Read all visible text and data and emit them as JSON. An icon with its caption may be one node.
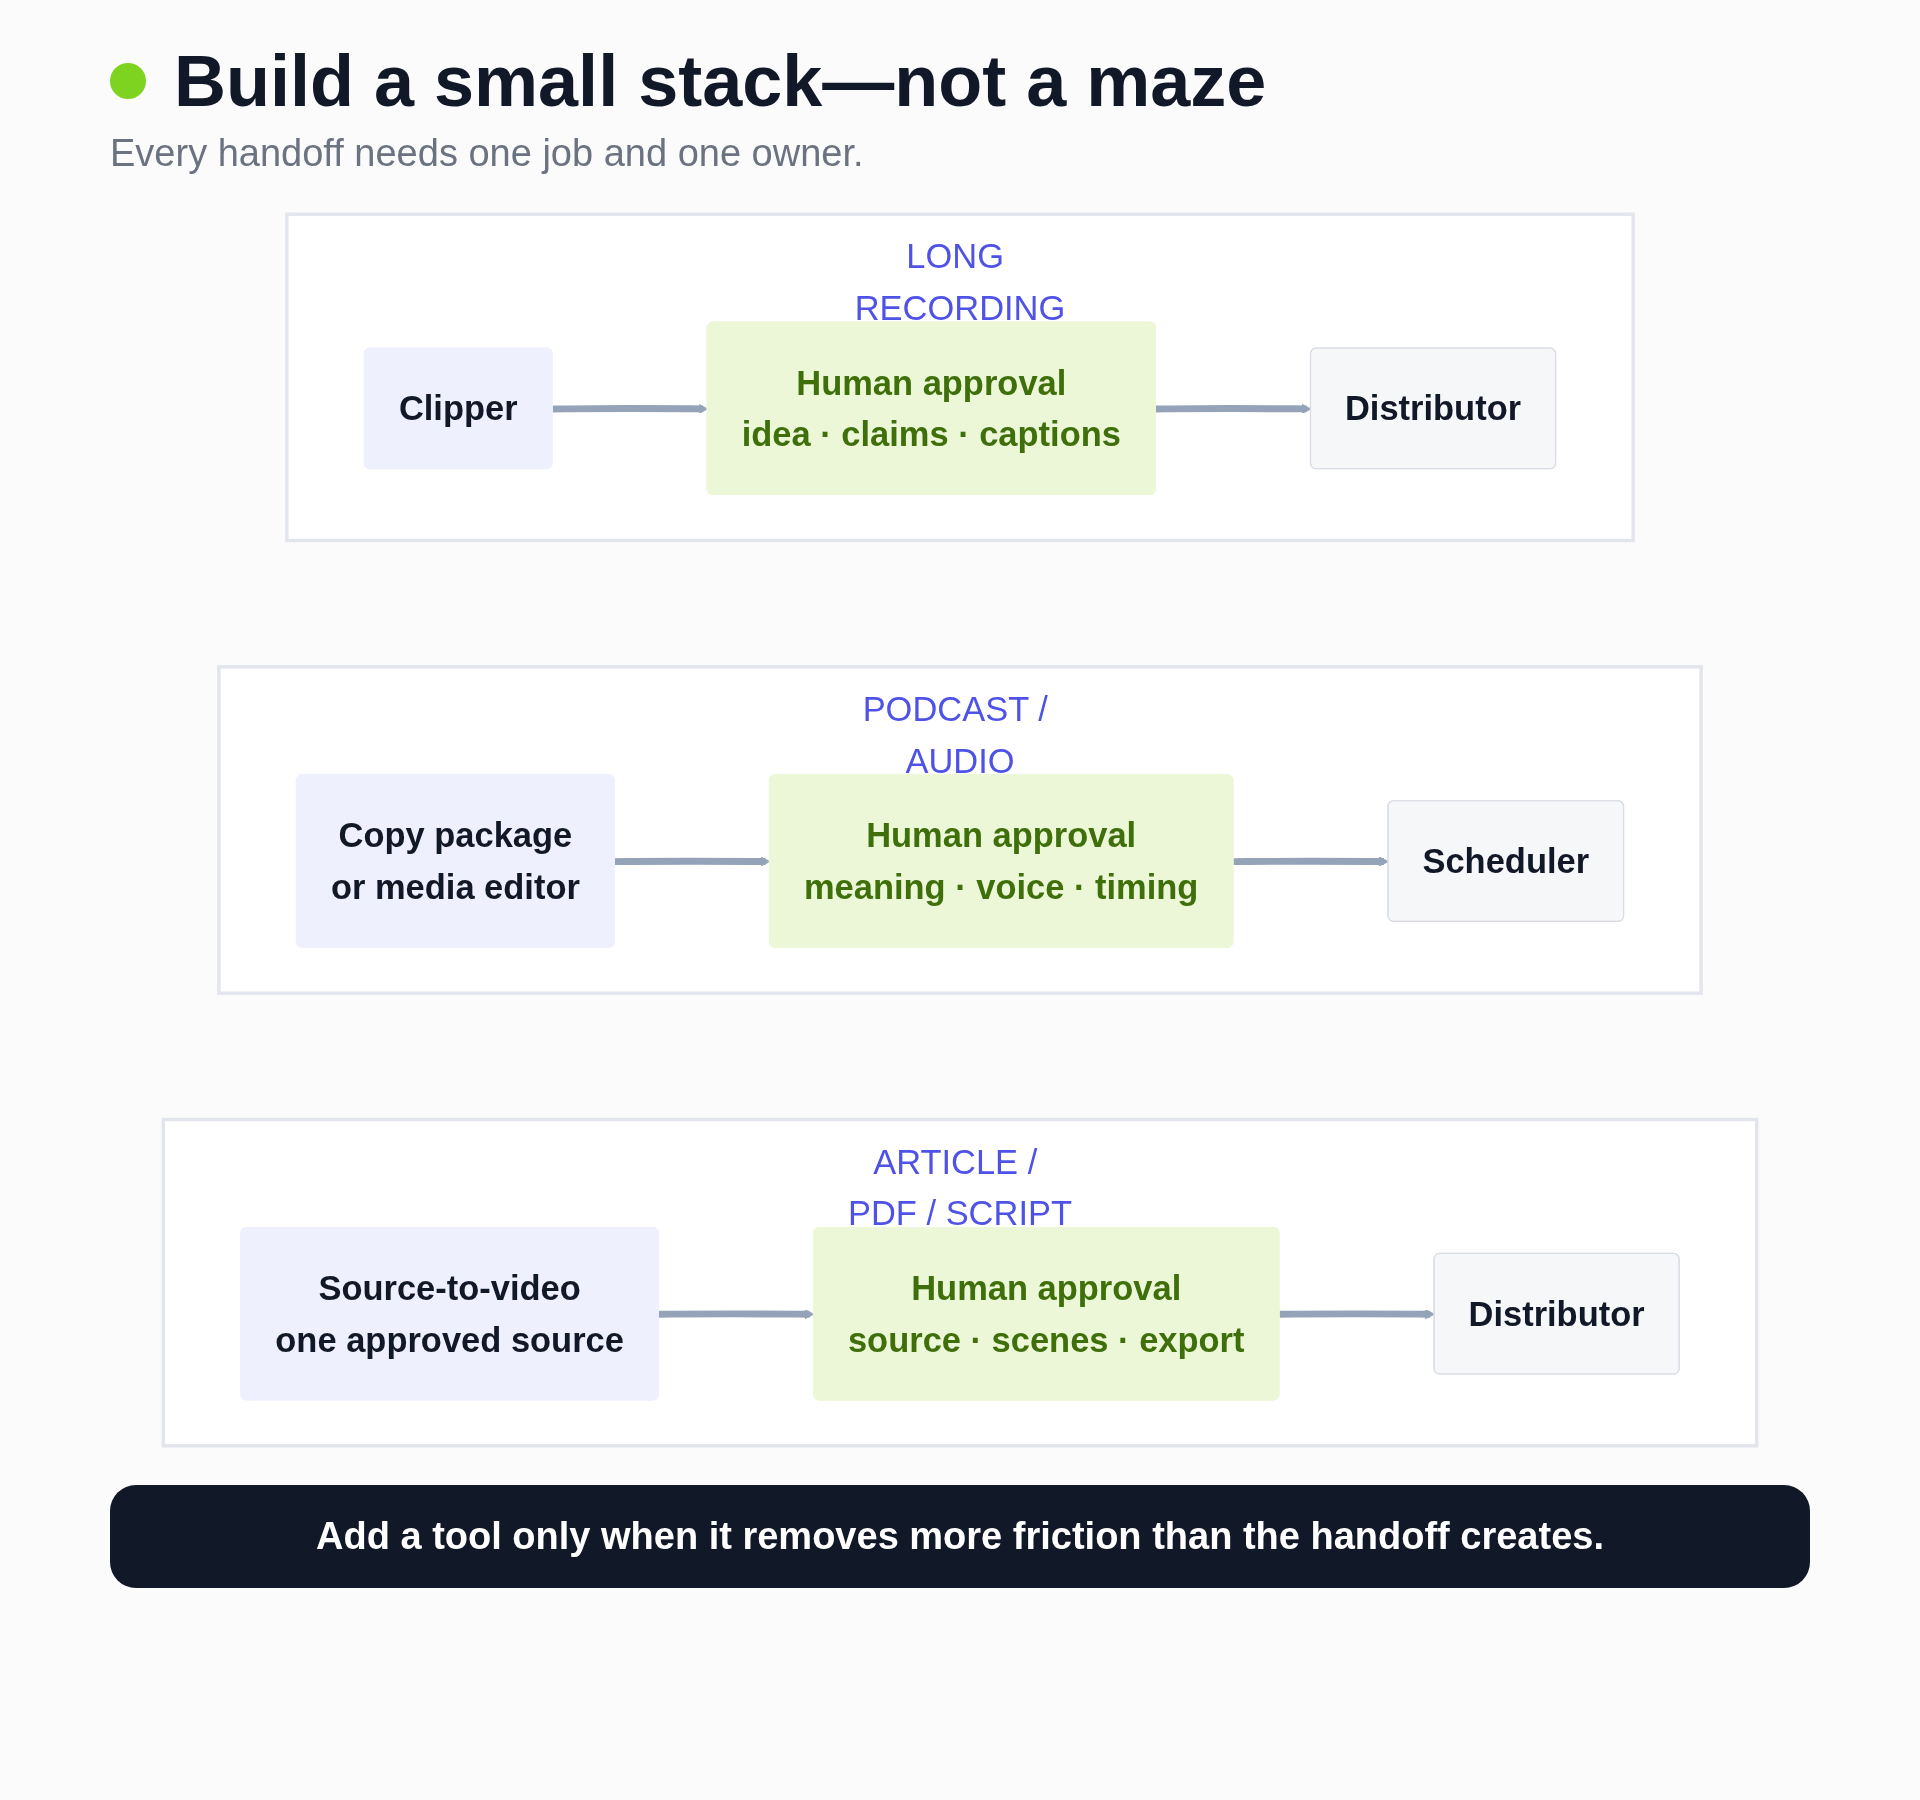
{
  "diagram": {
    "title": "Build a small stack—not a maze",
    "nodes": [
      {
        "text": [
          "LONG RECORDING"
        ]
      },
      {
        "text": [
          "Clipper"
        ],
        "in": 0
      },
      {
        "text": [
          "Human approval",
          "idea · claims · captions"
        ],
        "in": 0
      },
      {
        "text": [
          "Distributor"
        ],
        "in": 0
      },
      {
        "text": [
          "PODCAST / AUDIO"
        ]
      },
      {
        "text": [
          "Copy package",
          "or media editor"
        ],
        "in": 4
      },
      {
        "text": [
          "Human approval",
          "meaning · voice · timing"
        ],
        "in": 4
      },
      {
        "text": [
          "Scheduler"
        ],
        "in": 4
      },
      {
        "text": [
          "ARTICLE / PDF / SCRIPT"
        ]
      },
      {
        "text": [
          "Source-to-video",
          "one approved source"
        ],
        "in": 8
      },
      {
        "text": [
          "Human approval",
          "source · scenes · export"
        ],
        "in": 8
      },
      {
        "text": [
          "Distributor"
        ],
        "in": 8
      }
    ],
    "edges": [
      {
        "from": 1,
        "to": 2,
        "arrow": "to"
      },
      {
        "from": 2,
        "to": 3,
        "arrow": "to"
      },
      {
        "from": 5,
        "to": 6,
        "arrow": "to"
      },
      {
        "from": 6,
        "to": 7,
        "arrow": "to"
      },
      {
        "from": 9,
        "to": 10,
        "arrow": "to"
      },
      {
        "from": 10,
        "to": 11,
        "arrow": "to"
      }
    ],
    "labels": [
      "Every handoff needs one job and one owner.",
      "Add a tool only when it removes more friction than the handoff creates."
    ]
  }
}
